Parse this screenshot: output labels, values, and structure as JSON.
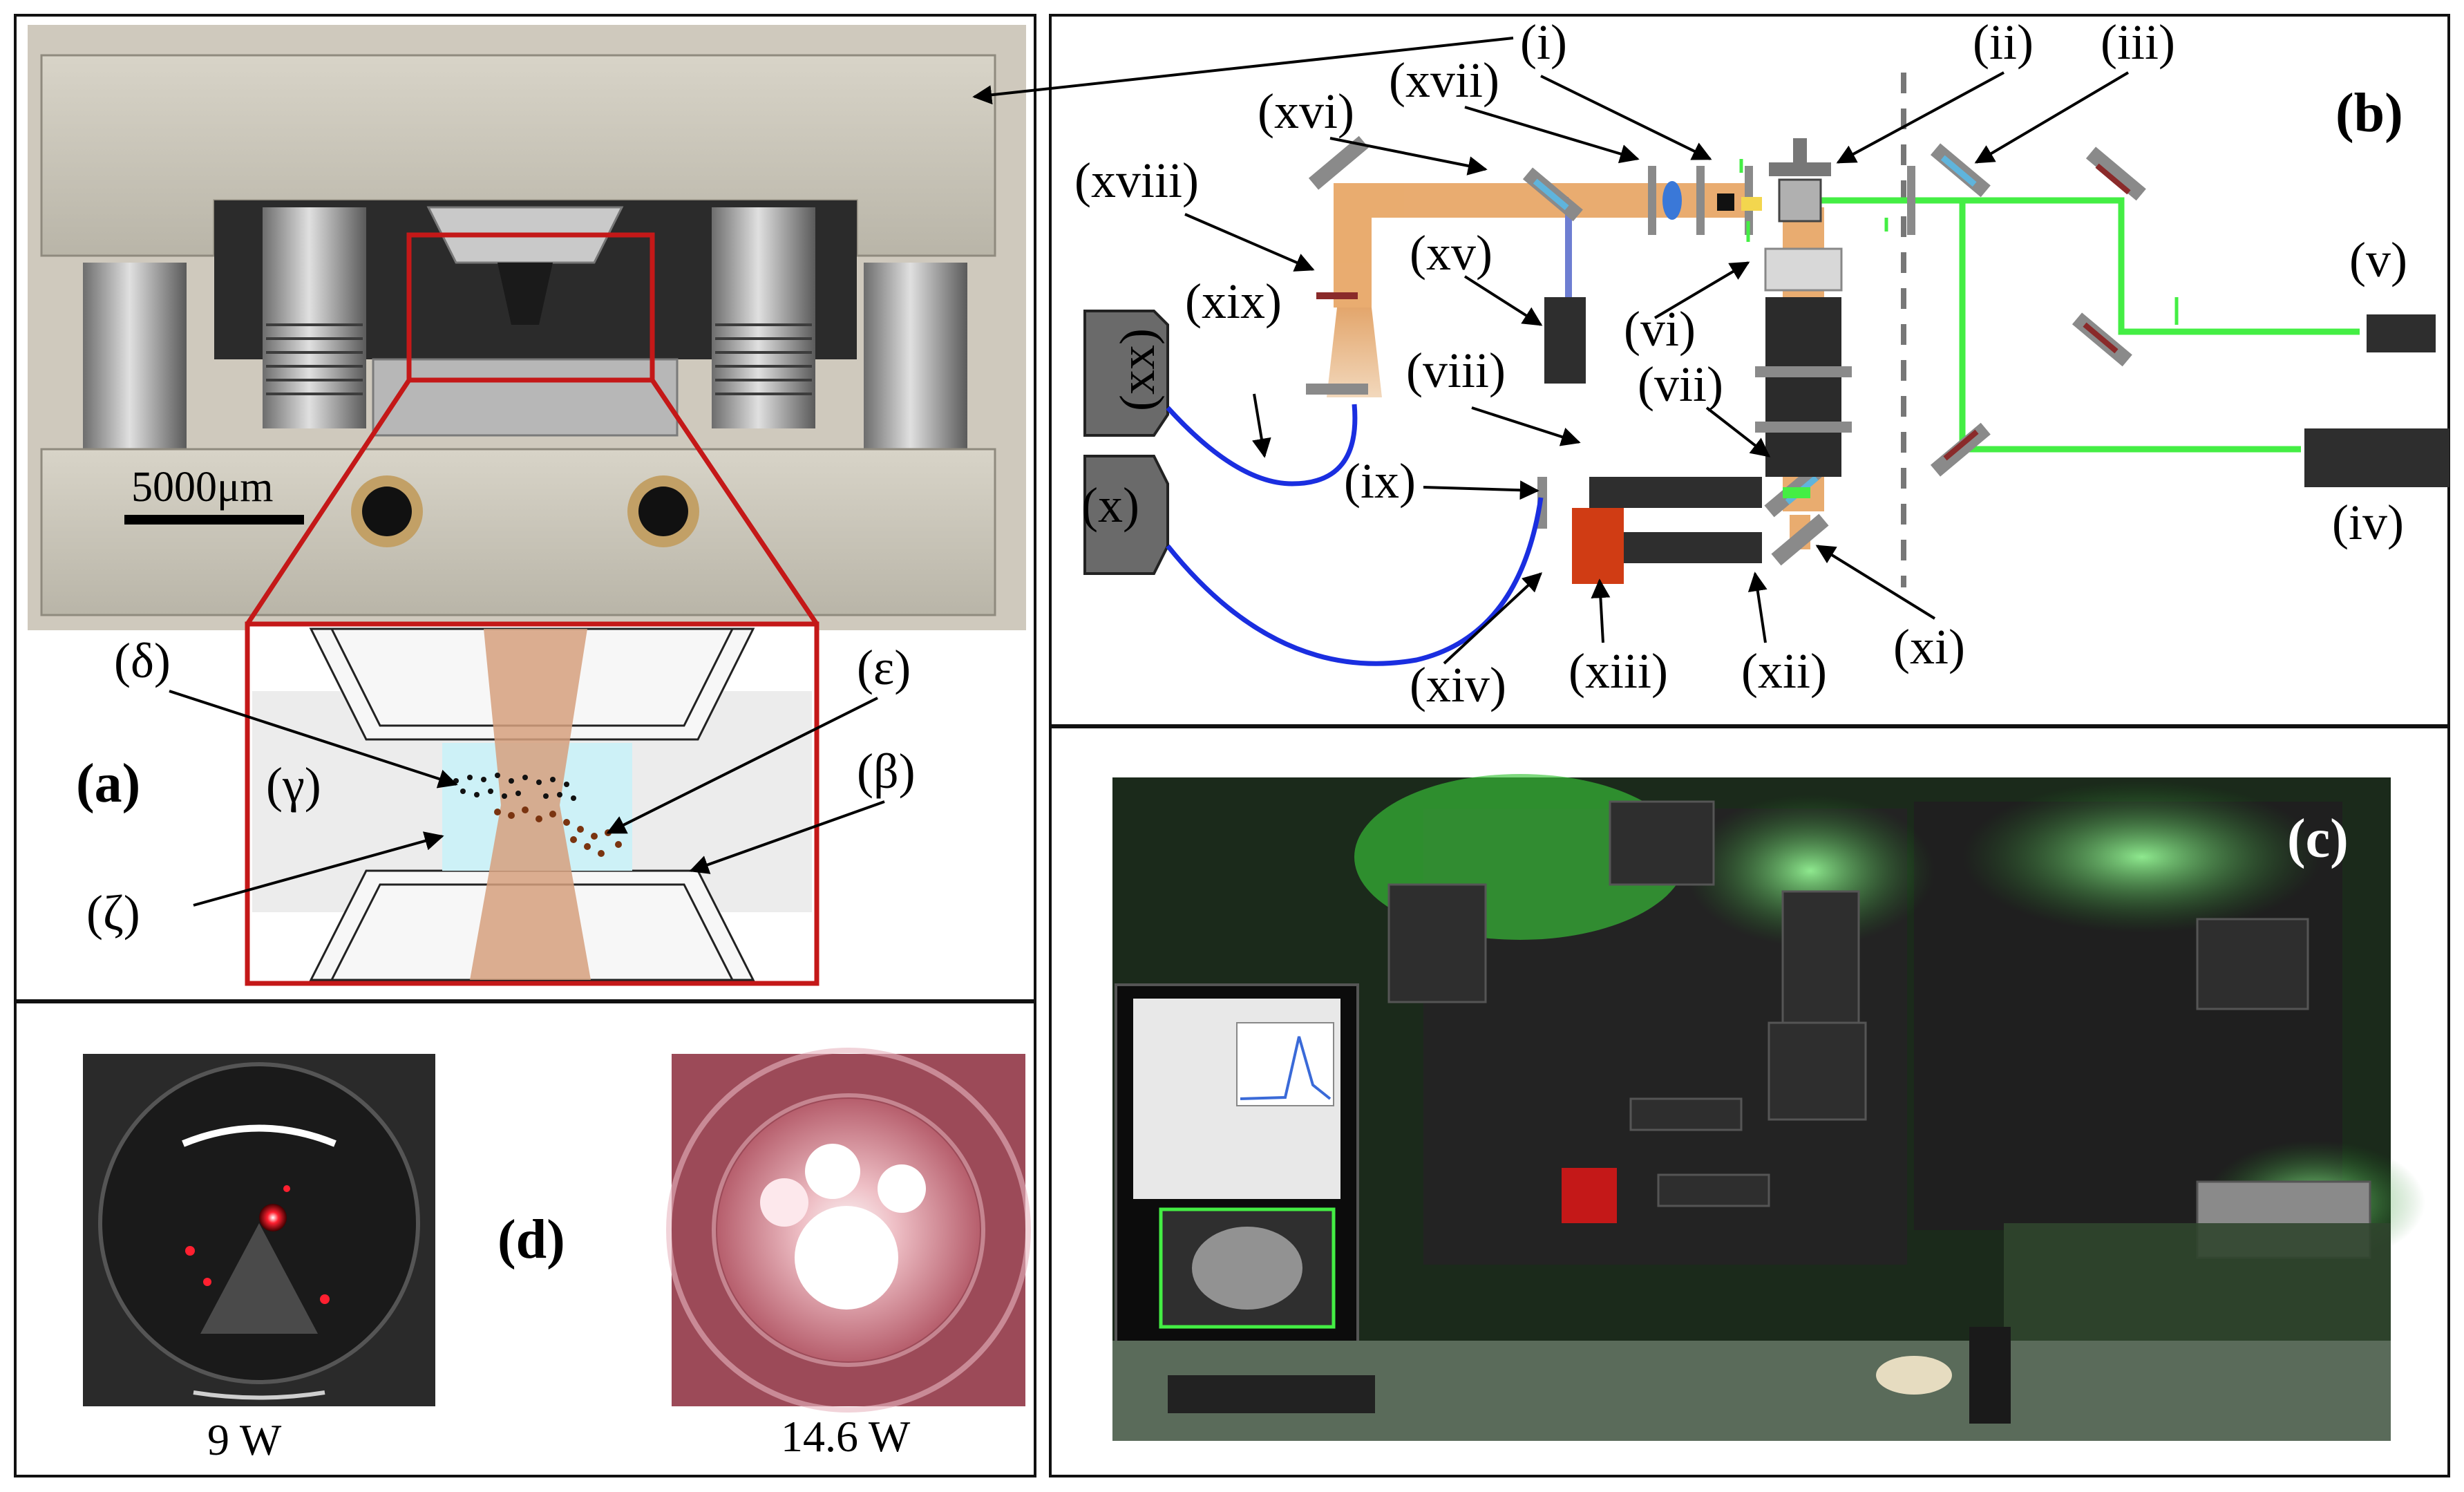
{
  "figure": {
    "panel_a": {
      "letter": "(a)",
      "scale_bar": "5000μm",
      "labels": {
        "delta": "(δ)",
        "epsilon": "(ε)",
        "gamma": "(γ)",
        "beta": "(β)",
        "zeta": "(ζ)"
      }
    },
    "panel_b": {
      "letter": "(b)",
      "labels": {
        "i": "(i)",
        "ii": "(ii)",
        "iii": "(iii)",
        "iv": "(iv)",
        "v": "(v)",
        "vi": "(vi)",
        "vii": "(vii)",
        "viii": "(viii)",
        "ix": "(ix)",
        "x": "(x)",
        "xi": "(xi)",
        "xii": "(xii)",
        "xiii": "(xiii)",
        "xiv": "(xiv)",
        "xv": "(xv)",
        "xvi": "(xvi)",
        "xvii": "(xvii)",
        "xviii": "(xviii)",
        "xix": "(xix)",
        "xx": "(xx)"
      }
    },
    "panel_c": {
      "letter": "(c)"
    },
    "panel_d": {
      "letter": "(d)",
      "left_caption": "9 W",
      "right_caption": "14.6 W"
    },
    "colors": {
      "laser_green": "#44ee44",
      "beam_orange": "#e8a868",
      "fiber_blue": "#1a2ee0",
      "frame_red": "#c41818",
      "optic_gray": "#8a8a8a"
    }
  }
}
